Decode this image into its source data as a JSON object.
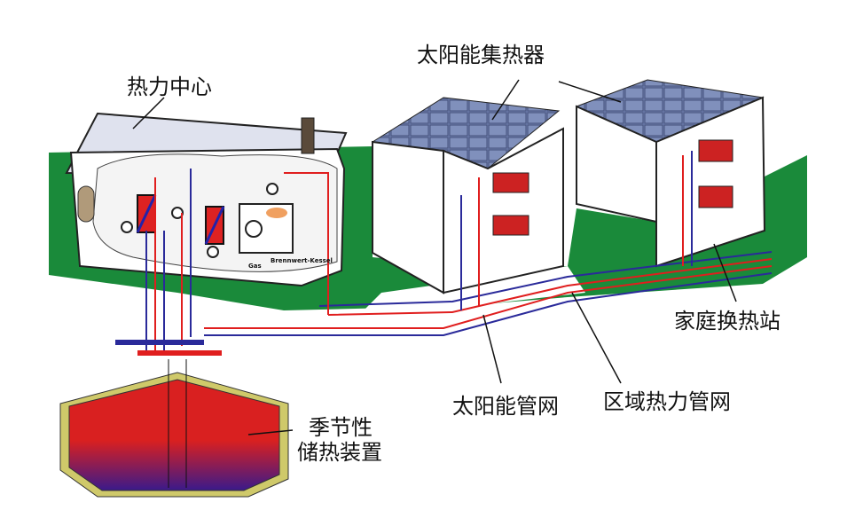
{
  "labels": {
    "heat_center": "热力中心",
    "solar_collector": "太阳能集热器",
    "home_substation": "家庭换热站",
    "district_network": "区域热力管网",
    "solar_network": "太阳能管网",
    "storage_line1": "季节性",
    "storage_line2": "储热装置",
    "gas": "Gas",
    "boiler": "Brennwert-Kessel"
  },
  "colors": {
    "ground": "#1a8a3a",
    "hot": "#e01e1e",
    "cold": "#2a2a9a",
    "roof": "#6a7aa8",
    "tank": "#d92020"
  }
}
